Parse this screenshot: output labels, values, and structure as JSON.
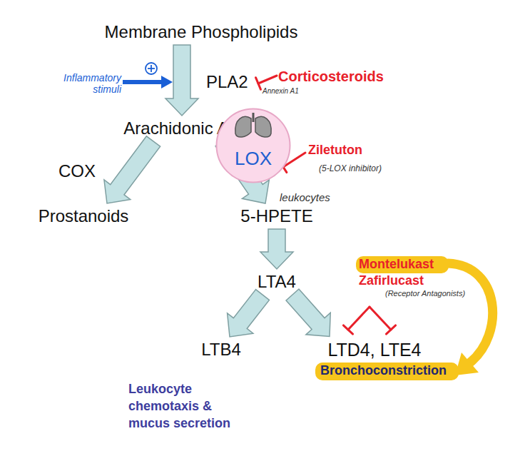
{
  "diagram": {
    "nodes": [
      {
        "text": [
          "Membrane Phospholipids"
        ]
      },
      {
        "text": [
          "Arachidonic Acid"
        ]
      },
      {
        "text": [
          "LOX"
        ]
      },
      {
        "text": [
          "Prostanoids"
        ]
      },
      {
        "text": [
          "5-HPETE"
        ]
      },
      {
        "text": [
          "LTA4"
        ]
      },
      {
        "text": [
          "LTB4"
        ]
      },
      {
        "text": [
          "LTD4, LTE4"
        ]
      }
    ],
    "edges": [
      {
        "from": 0,
        "to": 1,
        "arrow": "to"
      },
      {
        "from": 1,
        "to": 3,
        "arrow": "to"
      },
      {
        "from": 1,
        "to": 4,
        "arrow": "to"
      },
      {
        "from": 4,
        "to": 5,
        "arrow": "to"
      },
      {
        "from": 5,
        "to": 6,
        "arrow": "to"
      },
      {
        "from": 5,
        "to": 7,
        "arrow": "to"
      }
    ],
    "labels": [
      "Inflammatory stimuli",
      "PLA2",
      "Corticosteroids",
      "Annexin A1",
      "COX",
      "Ziletuton",
      "(5-LOX inhibitor)",
      "leukocytes",
      "Montelukast",
      "Zafirlucast",
      "(Receptor Antagonists)",
      "Bronchoconstriction",
      "Leukocyte chemotaxis & mucus secretion"
    ]
  }
}
